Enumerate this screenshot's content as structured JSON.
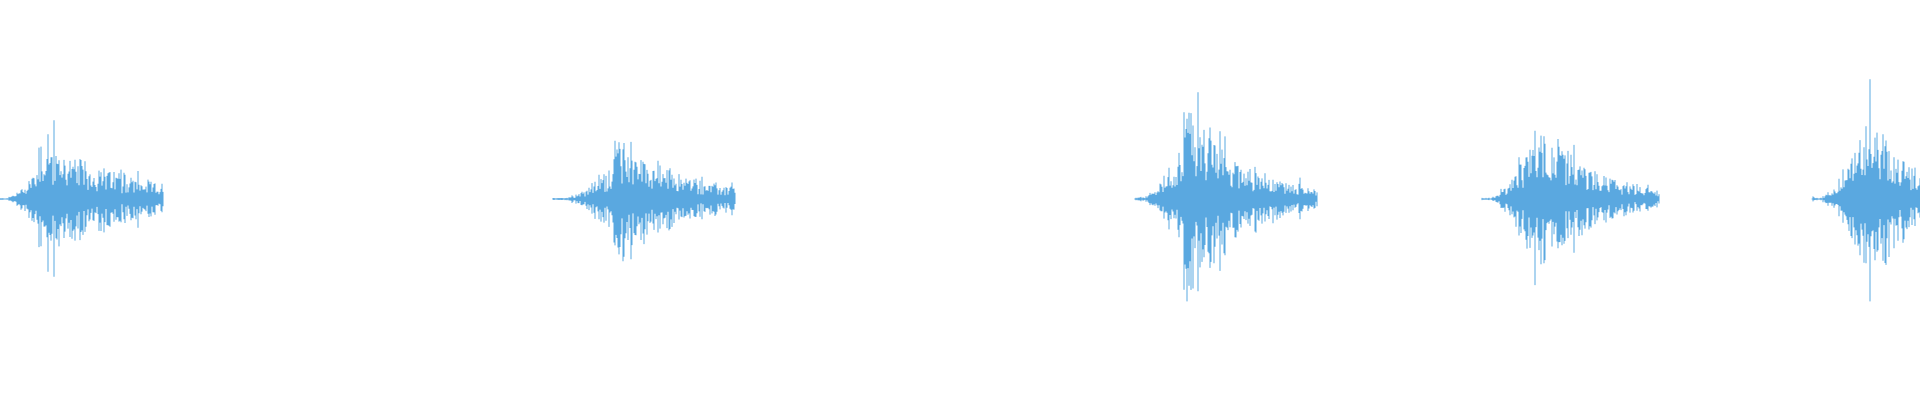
{
  "waveform": {
    "color": "#5aa8e0",
    "background": "#ffffff",
    "events": [
      {
        "start": 0.0,
        "end": 0.085,
        "peak": 0.57,
        "burst": 0.02,
        "decay": 0.045
      },
      {
        "start": 0.288,
        "end": 0.383,
        "peak": 0.62,
        "burst": 0.032,
        "decay": 0.035
      },
      {
        "start": 0.591,
        "end": 0.686,
        "peak": 0.95,
        "burst": 0.026,
        "decay": 0.03
      },
      {
        "start": 0.772,
        "end": 0.864,
        "peak": 0.8,
        "burst": 0.025,
        "decay": 0.03
      },
      {
        "start": 0.944,
        "end": 1.0,
        "peak": 1.0,
        "burst": 0.026,
        "decay": 0.022
      }
    ]
  }
}
